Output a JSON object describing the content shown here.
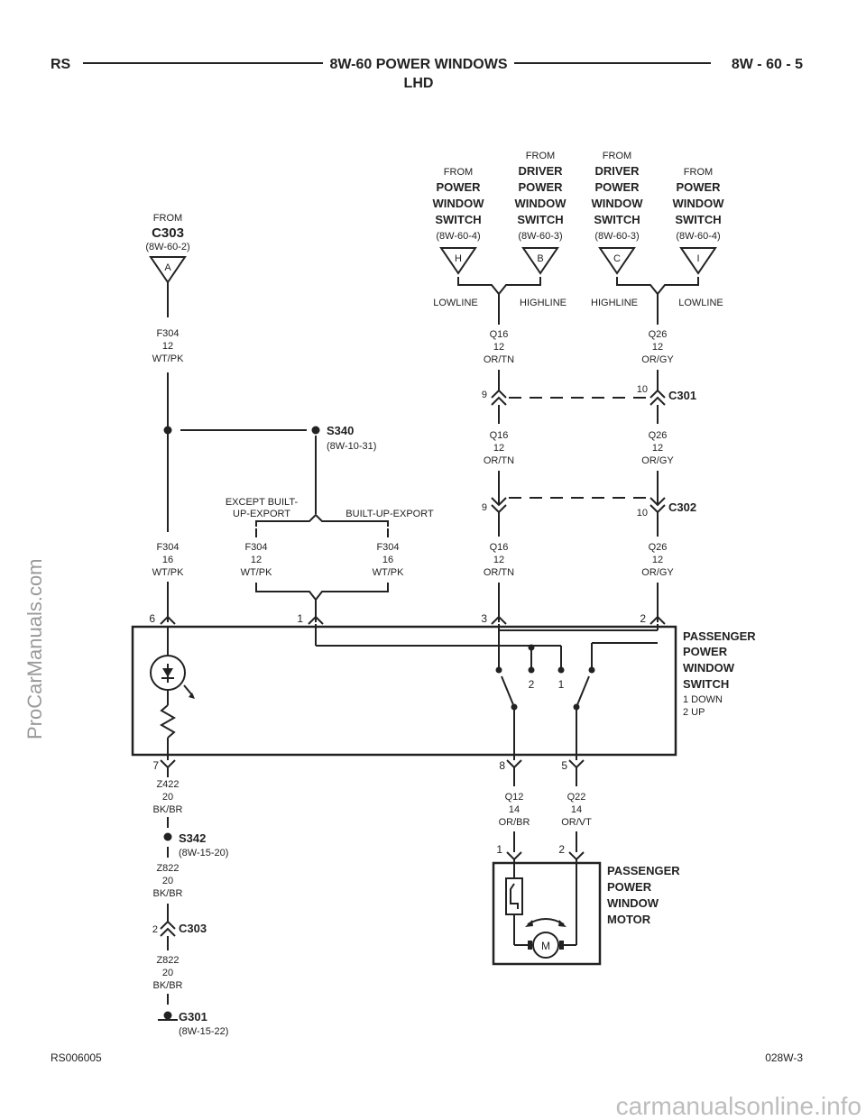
{
  "header": {
    "left": "RS",
    "title": "8W-60 POWER WINDOWS",
    "subtitle": "LHD",
    "right": "8W - 60 - 5"
  },
  "footer": {
    "left": "RS006005",
    "right": "028W-3"
  },
  "watermarks": {
    "side": "ProCarManuals.com",
    "bottom": "carmanualsonline.info"
  },
  "sources": {
    "c303": {
      "from": "FROM",
      "name": "C303",
      "ref": "(8W-60-2)",
      "pin": "A"
    },
    "h": {
      "from": "FROM",
      "l1": "POWER",
      "l2": "WINDOW",
      "l3": "SWITCH",
      "ref": "(8W-60-4)",
      "pin": "H"
    },
    "b": {
      "from": "FROM",
      "l0": "DRIVER",
      "l1": "POWER",
      "l2": "WINDOW",
      "l3": "SWITCH",
      "ref": "(8W-60-3)",
      "pin": "B"
    },
    "c": {
      "from": "FROM",
      "l0": "DRIVER",
      "l1": "POWER",
      "l2": "WINDOW",
      "l3": "SWITCH",
      "ref": "(8W-60-3)",
      "pin": "C"
    },
    "i": {
      "from": "FROM",
      "l1": "POWER",
      "l2": "WINDOW",
      "l3": "SWITCH",
      "ref": "(8W-60-4)",
      "pin": "I"
    }
  },
  "line_labels": {
    "lowline": "LOWLINE",
    "highline": "HIGHLINE"
  },
  "wires": {
    "f304_12": {
      "circuit": "F304",
      "gauge": "12",
      "color": "WT/PK"
    },
    "f304_16": {
      "circuit": "F304",
      "gauge": "16",
      "color": "WT/PK"
    },
    "q16_12": {
      "circuit": "Q16",
      "gauge": "12",
      "color": "OR/TN"
    },
    "q26_12": {
      "circuit": "Q26",
      "gauge": "12",
      "color": "OR/GY"
    },
    "z422": {
      "circuit": "Z422",
      "gauge": "20",
      "color": "BK/BR"
    },
    "z822": {
      "circuit": "Z822",
      "gauge": "20",
      "color": "BK/BR"
    },
    "q12": {
      "circuit": "Q12",
      "gauge": "14",
      "color": "OR/BR"
    },
    "q22": {
      "circuit": "Q22",
      "gauge": "14",
      "color": "OR/VT"
    }
  },
  "splices": {
    "s340": {
      "name": "S340",
      "ref": "(8W-10-31)"
    },
    "s342": {
      "name": "S342",
      "ref": "(8W-15-20)"
    },
    "g301": {
      "name": "G301",
      "ref": "(8W-15-22)"
    }
  },
  "connectors": {
    "c301": "C301",
    "c302": "C302",
    "c303": "C303"
  },
  "pins": {
    "p9": "9",
    "p10": "10",
    "p6": "6",
    "p1": "1",
    "p3": "3",
    "p2": "2",
    "p7": "7",
    "p8": "8",
    "p5": "5"
  },
  "options": {
    "l1": "EXCEPT BUILT-",
    "l2": "UP-EXPORT",
    "r": "BUILT-UP-EXPORT"
  },
  "switch": {
    "l1": "PASSENGER",
    "l2": "POWER",
    "l3": "WINDOW",
    "l4": "SWITCH",
    "n1": "1 DOWN",
    "n2": "2 UP",
    "c2": "2",
    "c1": "1"
  },
  "motor": {
    "l1": "PASSENGER",
    "l2": "POWER",
    "l3": "WINDOW",
    "l4": "MOTOR",
    "symbol": "M"
  }
}
